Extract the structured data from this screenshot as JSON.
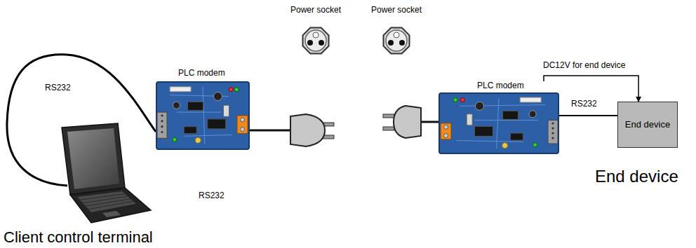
{
  "diagram": {
    "nodes": [
      {
        "text": [
          "Power socket"
        ]
      },
      {
        "text": [
          "Power socket"
        ]
      },
      {
        "text": [
          "Client control terminal"
        ]
      },
      {
        "text": [
          "PLC modem"
        ]
      },
      {
        "text": [
          "PLC modem"
        ]
      },
      {
        "text": [
          "End device"
        ]
      }
    ],
    "edges": [
      {
        "from": 2,
        "to": 3,
        "label": "RS232",
        "arrow": "none"
      },
      {
        "from": 4,
        "to": 5,
        "label": "DC12V for end device",
        "arrow": "to"
      },
      {
        "from": 4,
        "to": 5,
        "label": "RS232",
        "arrow": "none"
      }
    ],
    "labels": [
      "RS232",
      "End device"
    ]
  }
}
